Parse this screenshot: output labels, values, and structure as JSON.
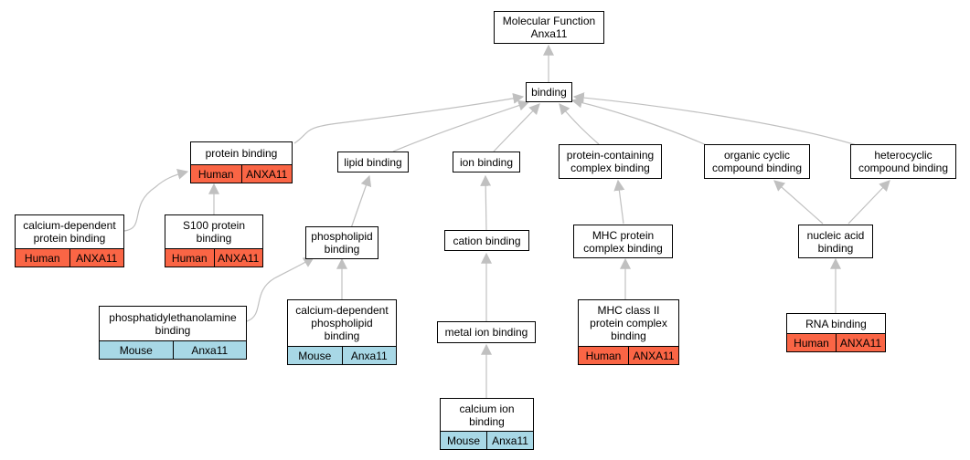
{
  "colors": {
    "human": "#fa6545",
    "mouse": "#a8d8e6",
    "edge": "#c0c0c0"
  },
  "nodes": {
    "root": {
      "label": "Molecular Function\nAnxa11"
    },
    "binding": {
      "label": "binding"
    },
    "protein_binding": {
      "label": "protein binding",
      "species": "Human",
      "gene": "ANXA11"
    },
    "lipid_binding": {
      "label": "lipid binding"
    },
    "ion_binding": {
      "label": "ion binding"
    },
    "protein_complex_binding": {
      "label": "protein-containing\ncomplex binding"
    },
    "organic_cyclic": {
      "label": "organic cyclic\ncompound binding"
    },
    "heterocyclic": {
      "label": "heterocyclic\ncompound binding"
    },
    "ca_dep_protein": {
      "label": "calcium-dependent\nprotein binding",
      "species": "Human",
      "gene": "ANXA11"
    },
    "s100": {
      "label": "S100 protein\nbinding",
      "species": "Human",
      "gene": "ANXA11"
    },
    "phospholipid": {
      "label": "phospholipid\nbinding"
    },
    "cation": {
      "label": "cation binding"
    },
    "mhc_protein": {
      "label": "MHC protein\ncomplex binding"
    },
    "nucleic_acid": {
      "label": "nucleic acid\nbinding"
    },
    "pe_binding": {
      "label": "phosphatidylethanolamine\nbinding",
      "species": "Mouse",
      "gene": "Anxa11"
    },
    "ca_dep_phospholipid": {
      "label": "calcium-dependent\nphospholipid\nbinding",
      "species": "Mouse",
      "gene": "Anxa11"
    },
    "metal_ion": {
      "label": "metal ion binding"
    },
    "mhc_class2": {
      "label": "MHC class II\nprotein complex\nbinding",
      "species": "Human",
      "gene": "ANXA11"
    },
    "rna": {
      "label": "RNA binding",
      "species": "Human",
      "gene": "ANXA11"
    },
    "calcium_ion": {
      "label": "calcium ion\nbinding",
      "species": "Mouse",
      "gene": "Anxa11"
    }
  }
}
